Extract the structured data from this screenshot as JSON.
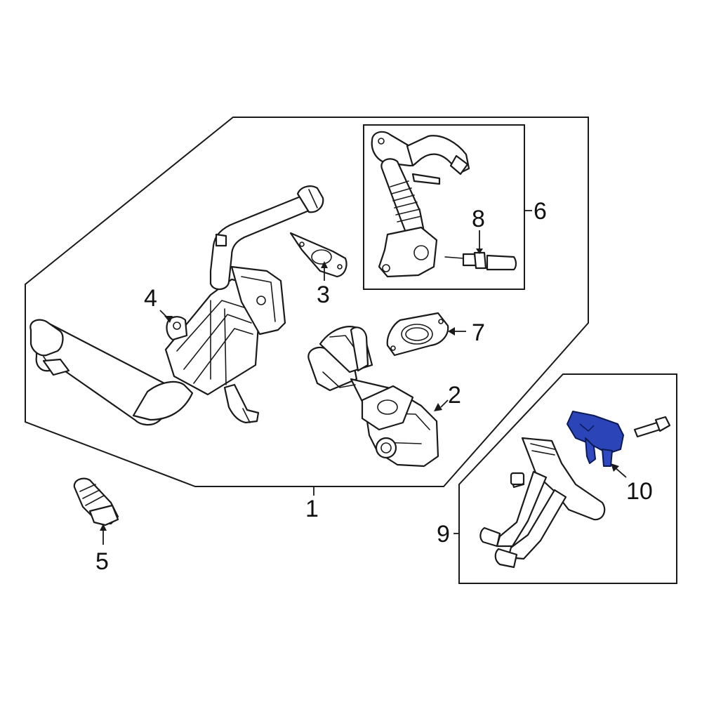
{
  "diagram": {
    "highlight_color": "#2b44b8",
    "line_color": "#1a1a1a",
    "background": "#ffffff",
    "callouts": {
      "c1": "1",
      "c2": "2",
      "c3": "3",
      "c4": "4",
      "c5": "5",
      "c6": "6",
      "c7": "7",
      "c8": "8",
      "c9": "9",
      "c10": "10"
    }
  }
}
